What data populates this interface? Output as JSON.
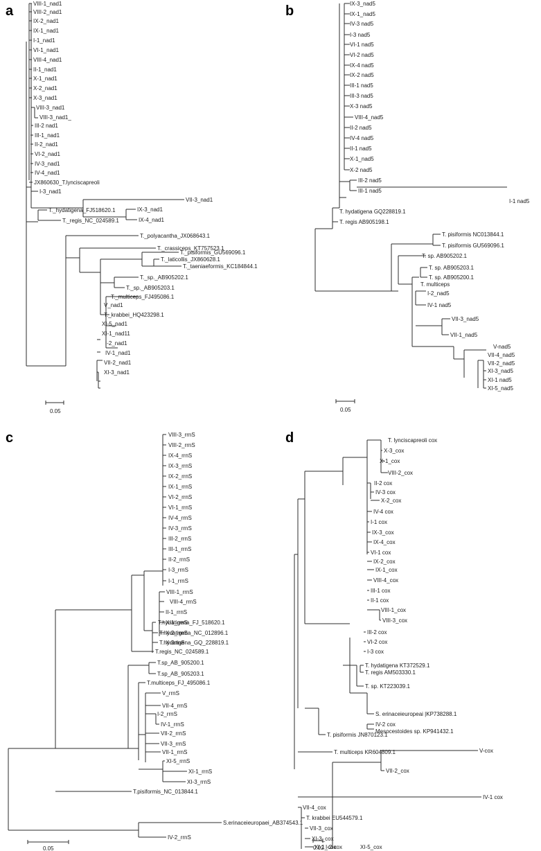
{
  "panels": [
    {
      "id": "a",
      "scale_label": "0.05",
      "leaves": [
        "VIII-1_nad1",
        "VIII-2_nad1",
        "IX-2_nad1",
        "IX-1_nad1",
        "I-1_nad1",
        "VI-1_nad1",
        "VIII-4_nad1",
        "II-1_nad1",
        "X-1_nad1",
        "X-2_nad1",
        "X-3_nad1",
        "VIII-3_nad1",
        "VIII-3_nad1_",
        "III-2 nad1",
        "III-1_nad1",
        "II-2_nad1",
        "VI-2_nad1",
        "IV-3_nad1",
        "IV-4_nad1",
        "JX860630_T.lynciscapreoli",
        "I-3_nad1",
        "VII-3_nad1",
        "IX-3_nad1",
        "IX-4_nad1",
        "T._hydatigena_FJ518620.1",
        "T._regis_NC_024589.1",
        "T._polyacantha_JX068643.1",
        "T._crassiceps_KT757523.1",
        "T._pisiformis_GU569096.1",
        "T._laticollis_JX860628.1",
        "T._taeniaeformis_KC184844.1",
        "T._sp._AB905202.1",
        "T._sp._AB905203.1",
        "T._multiceps_FJ495086.1",
        "V_nad1",
        "T._krabbei_HQ423298.1",
        "XI-5_nad1",
        "XI-1_nad11",
        "I-2_nad1",
        "IV-1_nad1",
        "VII-2_nad1",
        "XI-3_nad1"
      ]
    },
    {
      "id": "b",
      "scale_label": "0.05",
      "leaves": [
        "IX-3_nad5",
        "IX-1_nad5",
        "IV-3 nad5",
        "I-3 nad5",
        "VI-1 nad5",
        "VI-2 nad5",
        "IX-4 nad5",
        "IX-2 nad5",
        "III-1 nad5",
        "III-3 nad5",
        "X-3 nad5",
        "VIII-4_nad5",
        "II-2 nad5",
        "IV-4 nad5",
        "II-1 nad5",
        "X-1_nad5",
        "X-2 nad5",
        "III-2 nad5",
        "III-1 nad5",
        "I-1 nad5",
        "T. hydatigena GQ228819.1",
        "T. regis AB905198.1",
        "T. pisiformis NC013844.1",
        "T. pisiformis GU569096.1",
        "T. sp. AB905202.1",
        "T. sp. AB905203.1",
        "T. sp. AB905200.1",
        "T. multiceps",
        "I-2_nad5",
        "IV-1 nad5",
        "VII-3_nad5",
        "VII-1_nad5",
        "V-nad5",
        "VII-4_nad5",
        "VII-2_nad5",
        "XI-3_nad5",
        "XI-1 nad5",
        "XI-5_nad5"
      ]
    },
    {
      "id": "c",
      "scale_label": "0.05",
      "leaves": [
        "VIII-3_rrnS",
        "VIII-2_rrnS",
        "IX-4_rrnS",
        "IX-3_rrnS",
        "IX-2_rrnS",
        "IX-1_rrnS",
        "VI-2_rrnS",
        "VI-1_rrnS",
        "IV-4_rrnS",
        "IV-3_rrnS",
        "III-2_rrnS",
        "III-1_rrnS",
        "II-2_rrnS",
        "I-3_rrnS",
        "I-1_rrnS",
        "VIII-1_rrnS",
        "VIII-4_rrnS",
        "II-1_rrnS",
        "X-1_rrnS",
        "X-2_rrnS",
        "X-3rrnS",
        "T.hydatigena_FJ_518620.1",
        "T.hydatigena_NC_012896.1",
        "T.hydatigena_GQ_228819.1",
        "T.regis_NC_024589.1",
        "T.sp_AB_905200.1",
        "T.sp_AB_905203.1",
        "T.multiceps_FJ_495086.1",
        "V_rrnS",
        "VII-4_rrnS",
        "I-2_rrnS",
        "IV-1_rrnS",
        "VII-2_rrnS",
        "VII-3_rrnS",
        "VII-1_rrnS",
        "XI-5_rrnS",
        "XI-1_rrnS",
        "XI-3_rrnS",
        "T.pisiformis_NC_013844.1",
        "S.erinaceieuropaei_AB374543.1",
        "IV-2_rrnS"
      ]
    },
    {
      "id": "d",
      "scale_label": "0.02",
      "leaves": [
        "T. lynciscapreoli cox",
        "X-3_cox",
        "X-1_cox",
        "VIII-2_cox",
        "II-2 cox",
        "IV-3 cox",
        "X-2_cox",
        "IV-4 cox",
        "I-1 cox",
        "IX-3_cox",
        "IX-4_cox",
        "VI-1 cox",
        "IX-2_cox",
        "IX-1_cox",
        "VIII-4_cox",
        "III-1 cox",
        "II-1 cox",
        "VIII-1_cox",
        "VIII-3_cox",
        "III-2 cox",
        "VI-2 cox",
        "I-3 cox",
        "T. hydatigena KT372529.1",
        "T. regis AM503330.1",
        "T. sp. KT223039.1",
        "S. erinaceieuropeai |KP738288.1",
        "IV-2 cox",
        "T. pisiformis JN870123.1",
        "Mesocestoides sp. KP941432.1",
        "T. multiceps KR604809.1",
        "V-cox",
        "VII-2_cox",
        "IV-1 cox",
        "VII-4_cox",
        "T. krabbei EU544579.1",
        "VII-3_cox",
        "XI-3_cox",
        "XI-1_cox",
        "I-2 cox",
        "XI-5_cox"
      ]
    }
  ]
}
